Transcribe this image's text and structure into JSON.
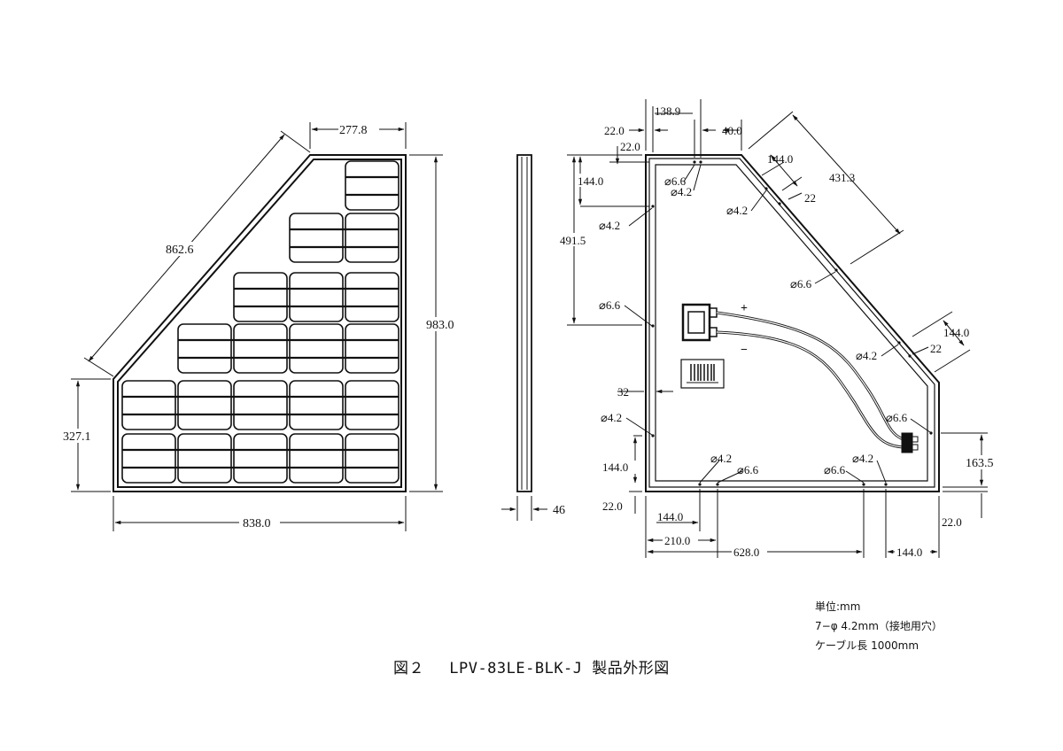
{
  "front_view": {
    "dim_top_width": "277.8",
    "dim_slant": "862.6",
    "dim_height": "983.0",
    "dim_left_height": "327.1",
    "dim_bottom_width": "838.0"
  },
  "side_view": {
    "dim_thickness": "46"
  },
  "back_view": {
    "dim_top_offset_left": "22.0",
    "dim_138": "138.9",
    "dim_40": "40.0",
    "dim_top_offset_inner": "22.0",
    "dim_144_top_left": "144.0",
    "dim_4915": "491.5",
    "dim_144_slant_top": "144.0",
    "dim_4313": "431.3",
    "dim_22_slant_top": "22",
    "dim_144_right": "144.0",
    "dim_22_right": "22",
    "dim_32": "32",
    "dim_1635": "163.5",
    "dim_144_bottom_left_v": "144.0",
    "dim_22_bottom_left": "22.0",
    "dim_144_bottom_h": "144.0",
    "dim_22_bottom_right": "22.0",
    "dim_210": "210.0",
    "dim_628": "628.0",
    "dim_144_bottom_right": "144.0",
    "hole_66_a": "⌀6.6",
    "hole_42_a": "⌀4.2",
    "hole_42_b": "⌀4.2",
    "hole_42_c": "⌀4.2",
    "hole_66_b": "⌀6.6",
    "hole_66_c": "⌀6.6",
    "hole_42_d": "⌀4.2",
    "hole_42_e": "⌀4.2",
    "hole_66_d": "⌀6.6",
    "hole_42_f": "⌀4.2",
    "hole_66_e": "⌀6.6",
    "hole_66_f": "⌀6.6",
    "hole_42_g": "⌀4.2",
    "plus_sign": "+",
    "minus_sign": "−"
  },
  "notes": {
    "unit": "単位:mm",
    "holes": "7−φ 4.2mm（接地用穴）",
    "cable": "ケーブル長 1000mm"
  },
  "caption": "図２　 LPV-83LE-BLK-J 製品外形図"
}
